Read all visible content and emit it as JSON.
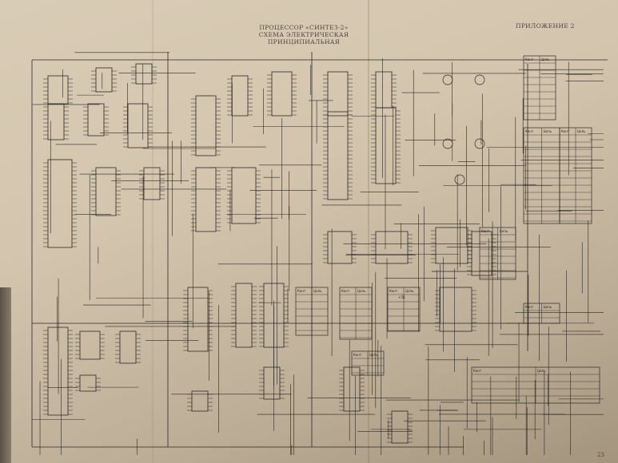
{
  "header": {
    "title": "ПРОЦЕССОР «СИНТЕЗ-2»",
    "subtitle": "СХЕМА ЭЛЕКТРИЧЕСКАЯ ПРИНЦИПИАЛЬНАЯ",
    "appendix": "ПРИЛОЖЕНИЕ 2"
  },
  "connector_table": {
    "col_contact": "Конт",
    "col_circuit": "Цепь"
  },
  "power_label": "+5В",
  "page_number": "23",
  "colors": {
    "ink": "#2c2826",
    "paper": "#d9ccb6"
  }
}
